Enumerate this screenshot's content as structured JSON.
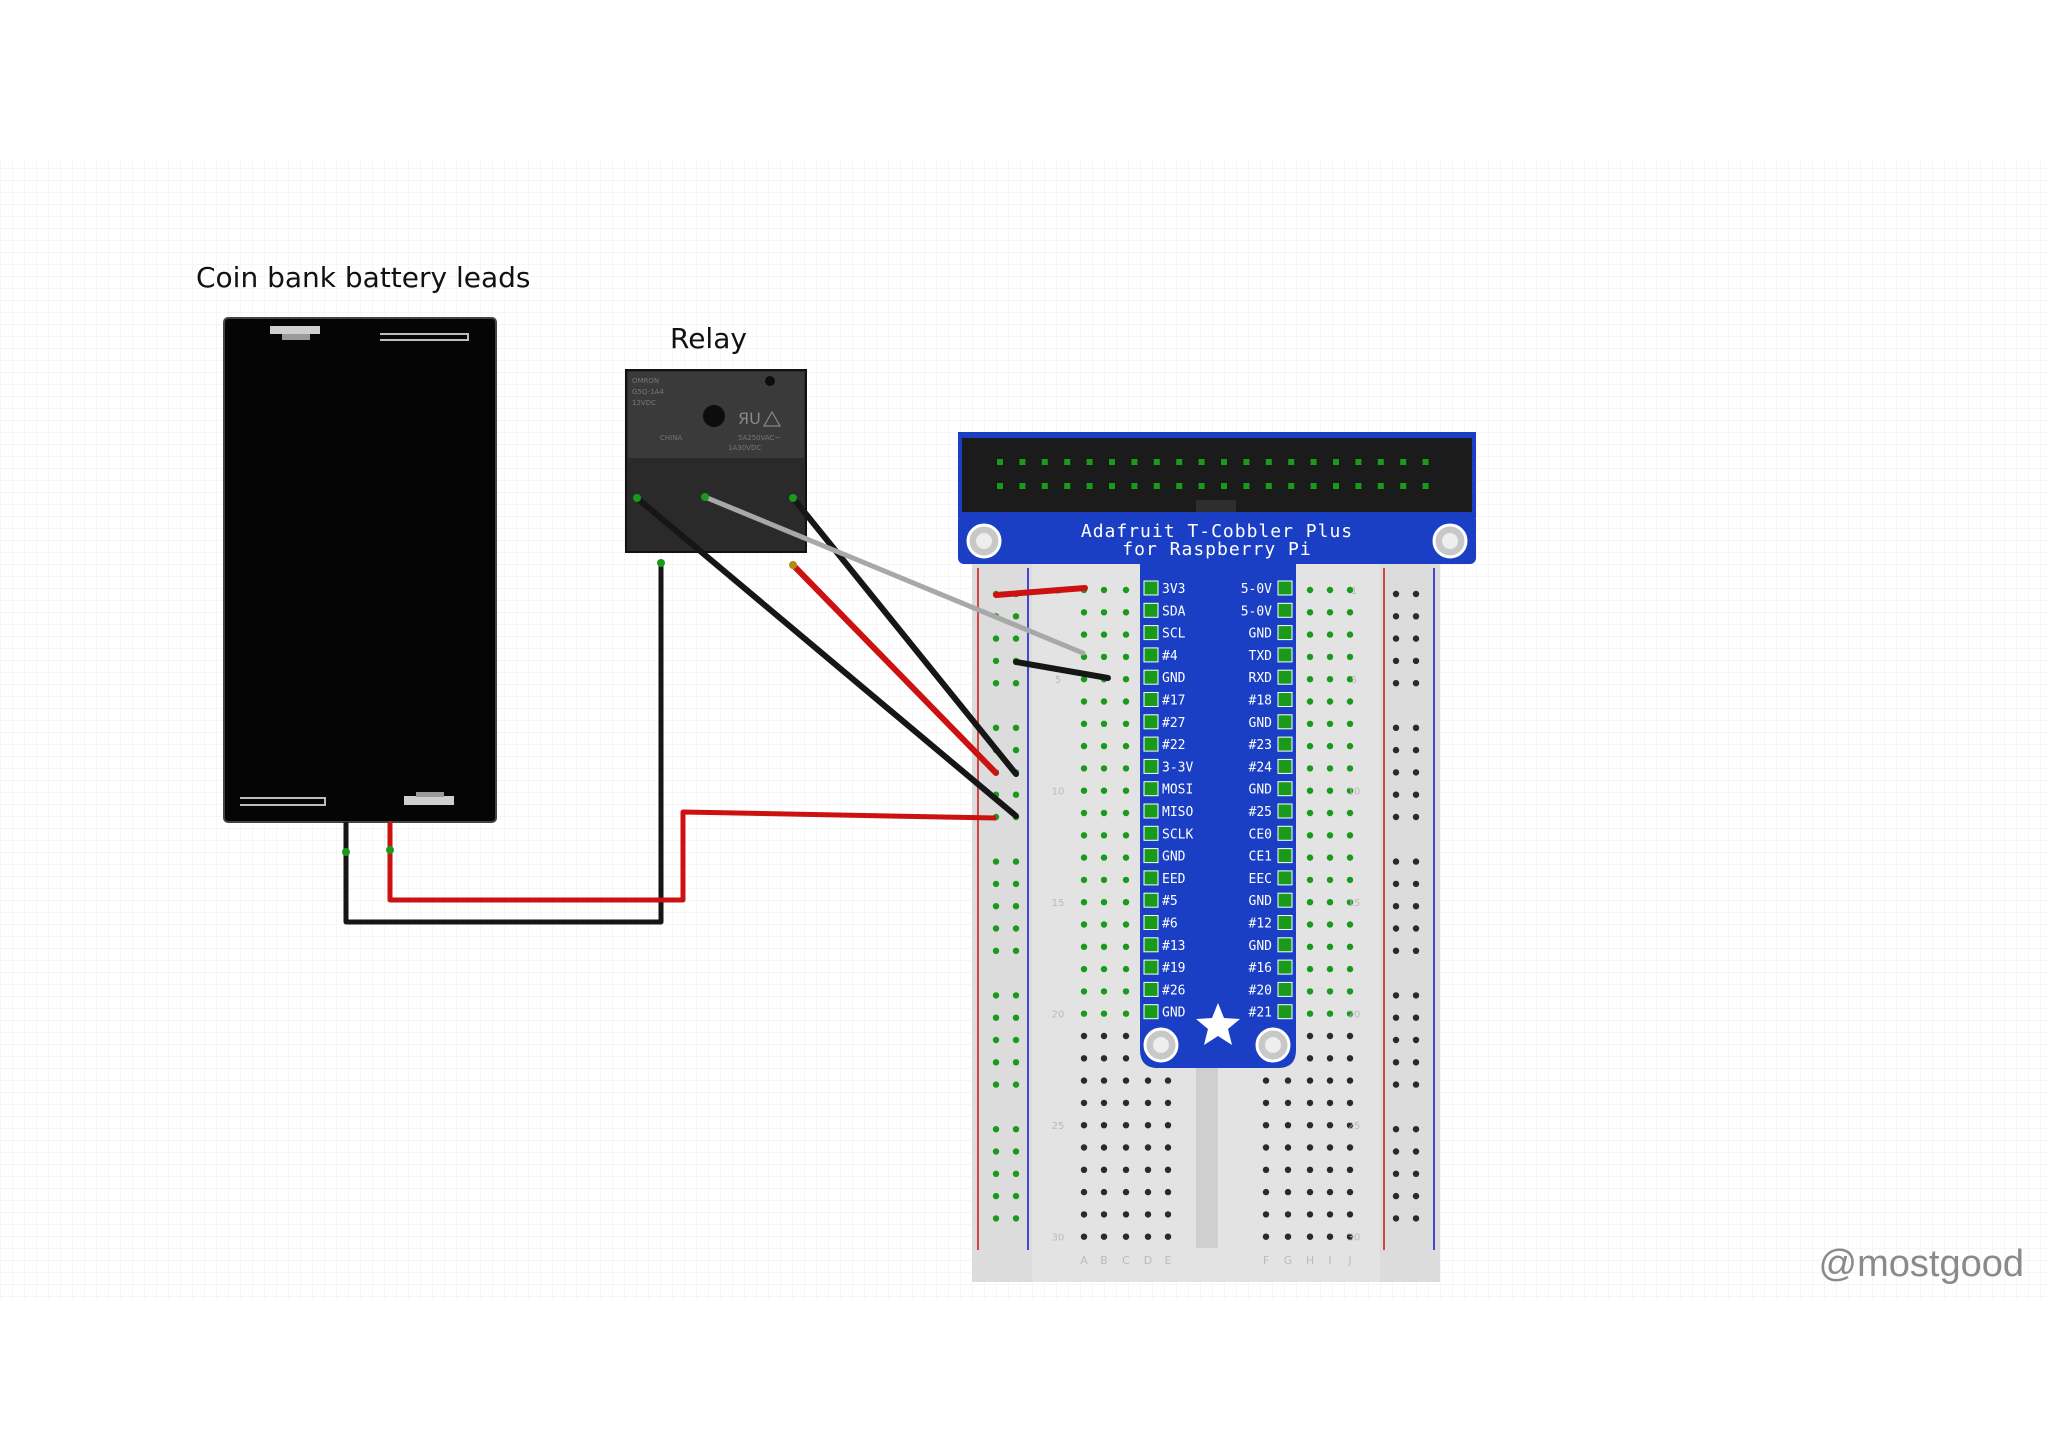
{
  "labels": {
    "battery": "Coin bank battery leads",
    "relay": "Relay",
    "credit": "@mostgood"
  },
  "relay_marking": {
    "line1": "OMRON",
    "line2": "G5Q-1A4",
    "line3": "12VDC",
    "line4": "CHINA",
    "line5": "5A250VAC~",
    "line6": "1A30VDC"
  },
  "cobbler": {
    "title_line1": "Adafruit T-Cobbler Plus",
    "title_line2": "for Raspberry Pi",
    "left_pins": [
      "3V3",
      "SDA",
      "SCL",
      "#4",
      "GND",
      "#17",
      "#27",
      "#22",
      "3-3V",
      "MOSI",
      "MISO",
      "SCLK",
      "GND",
      "EED",
      "#5",
      "#6",
      "#13",
      "#19",
      "#26",
      "GND"
    ],
    "right_pins": [
      "5-0V",
      "5-0V",
      "GND",
      "TXD",
      "RXD",
      "#18",
      "GND",
      "#23",
      "#24",
      "GND",
      "#25",
      "CE0",
      "CE1",
      "EEC",
      "GND",
      "#12",
      "GND",
      "#16",
      "#20",
      "#21"
    ]
  },
  "breadboard": {
    "row_numbers": [
      "1",
      "5",
      "10",
      "15",
      "20",
      "25",
      "30"
    ],
    "col_letters_left": [
      "A",
      "B",
      "C",
      "D",
      "E"
    ],
    "col_letters_right": [
      "F",
      "G",
      "H",
      "I",
      "J"
    ]
  },
  "colors": {
    "wire_red": "#cc1111",
    "wire_black": "#161616",
    "wire_grey": "#a8a8a8",
    "cobbler_blue": "#1a3fc4",
    "pin_green": "#1a9a1a",
    "grid": "#e6e6e6"
  }
}
